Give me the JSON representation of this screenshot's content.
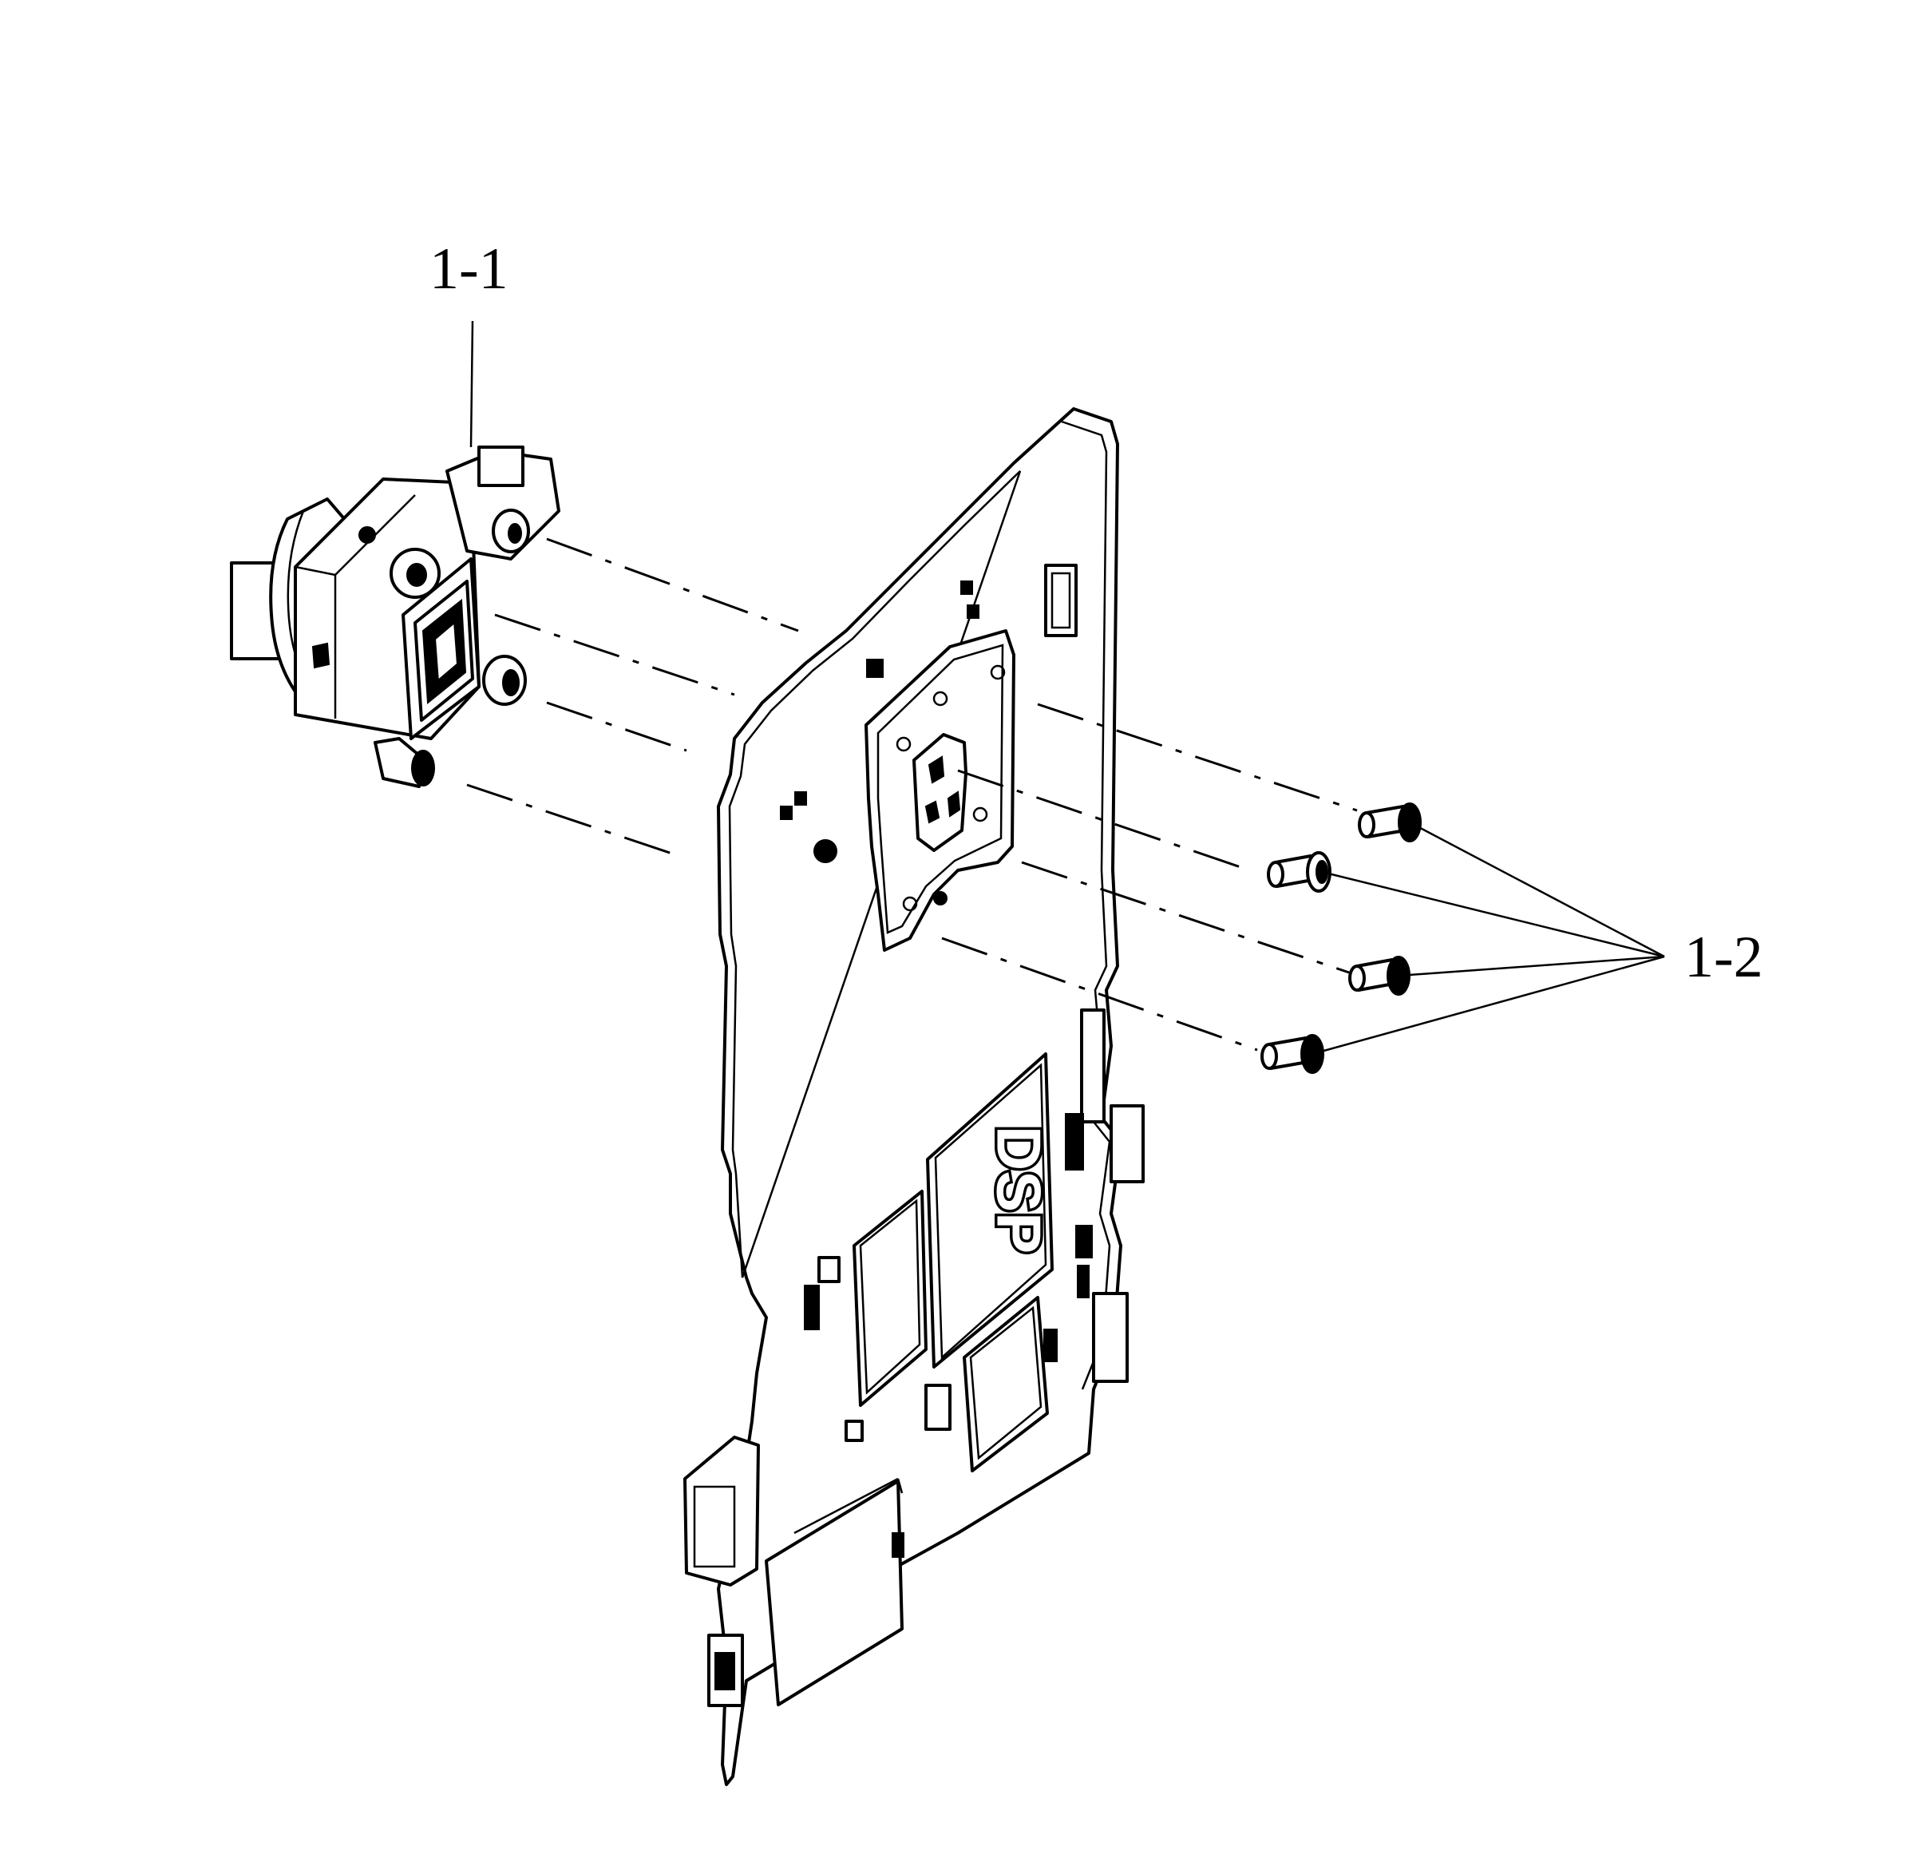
{
  "callouts": {
    "lens_unit": "1-1",
    "screws": "1-2"
  },
  "board_marking": "DSP",
  "colors": {
    "ink": "#000000",
    "paper": "#ffffff"
  }
}
